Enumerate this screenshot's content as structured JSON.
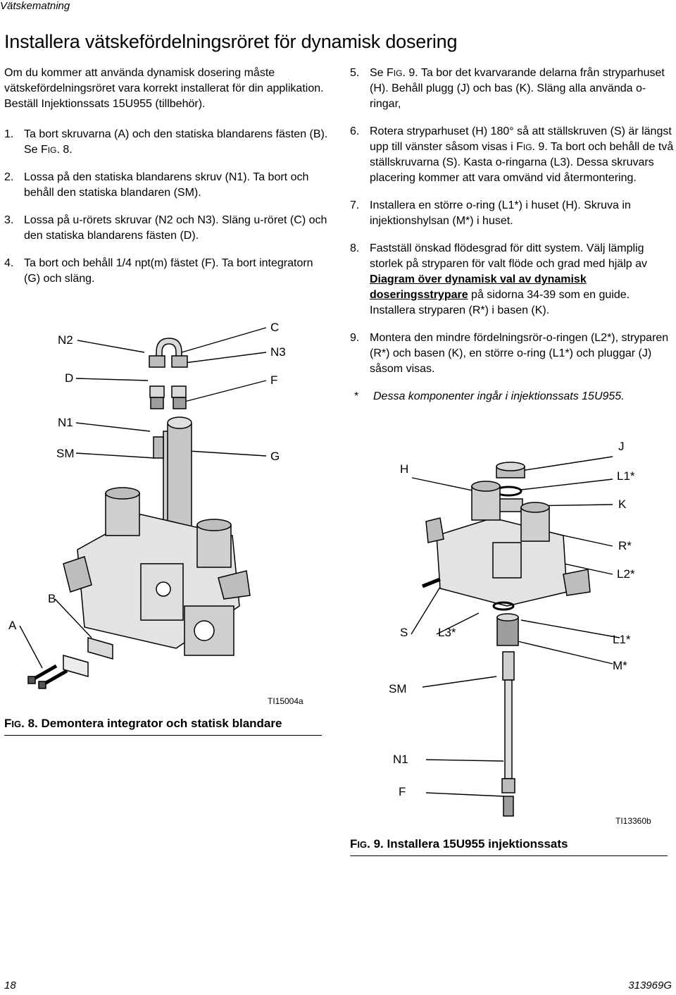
{
  "header": {
    "section": "Vätskematning"
  },
  "title": "Installera vätskefördelningsröret för dynamisk dosering",
  "intro": "Om du kommer att använda dynamisk dosering måste vätskefördelningsröret vara korrekt installerat för din applikation. Beställ Injektionssats 15U955 (tillbehör).",
  "steps_left": [
    {
      "num": "1.",
      "text_a": "Ta bort skruvarna (A) och den statiska blandarens fästen (B). Se F",
      "fig_sc": "IG",
      "text_b": ". 8."
    },
    {
      "num": "2.",
      "text": "Lossa på den statiska blandarens skruv (N1). Ta bort och behåll den statiska blandaren (SM)."
    },
    {
      "num": "3.",
      "text": "Lossa på u-rörets skruvar (N2 och N3). Släng u-röret (C) och den statiska blandarens fästen (D)."
    },
    {
      "num": "4.",
      "text": "Ta bort och behåll 1/4 npt(m) fästet (F). Ta bort integratorn (G) och släng."
    }
  ],
  "steps_right": [
    {
      "num": "5.",
      "text_a": "Se F",
      "fig_sc": "IG",
      "text_b": ". 9. Ta bor det kvarvarande delarna från stryparhuset (H). Behåll plugg (J) och bas (K). Släng alla använda o-ringar,"
    },
    {
      "num": "6.",
      "text_a": "Rotera stryparhuset (H) 180° så att ställskruven (S) är längst upp till vänster såsom visas i F",
      "fig_sc": "IG",
      "text_b": ". 9. Ta bort och behåll de två ställskruvarna (S). Kasta o-ringarna (L3). Dessa skruvars placering kommer att vara omvänd vid återmontering."
    },
    {
      "num": "7.",
      "text": "Installera en större o-ring (L1*) i huset (H). Skruva in injektionshylsan (M*) i huset."
    },
    {
      "num": "8.",
      "text_a": "Fastställ önskad flödesgrad för ditt system. Välj lämplig storlek på stryparen för valt flöde och grad med hjälp av ",
      "bold_link": "Diagram över dynamisk val av dynamisk doseringsstrypare",
      "text_b": " på sidorna 34-39 som en guide. Installera stryparen (R*) i basen (K)."
    },
    {
      "num": "9.",
      "text": "Montera den mindre fördelningsrör-o-ringen (L2*), stryparen (R*) och basen (K), en större o-ring (L1*) och pluggar (J) såsom visas."
    }
  ],
  "note": {
    "num": "*",
    "text": "Dessa komponenter ingår i injektionssats 15U955."
  },
  "fig8": {
    "labels": [
      "N2",
      "D",
      "N1",
      "SM",
      "C",
      "N3",
      "F",
      "G",
      "B",
      "A"
    ],
    "ti": "TI15004a",
    "caption_a": "F",
    "caption_sc": "IG",
    "caption_b": ". 8. Demontera integrator och statisk blandare"
  },
  "fig9": {
    "labels": [
      "H",
      "J",
      "L1*",
      "K",
      "R*",
      "L2*",
      "S",
      "L3*",
      "L1*",
      "M*",
      "SM",
      "N1",
      "F"
    ],
    "ti": "TI13360b",
    "caption_a": "F",
    "caption_sc": "IG",
    "caption_b": ". 9. Installera 15U955 injektionssats"
  },
  "footer": {
    "page": "18",
    "doc": "313969G"
  }
}
